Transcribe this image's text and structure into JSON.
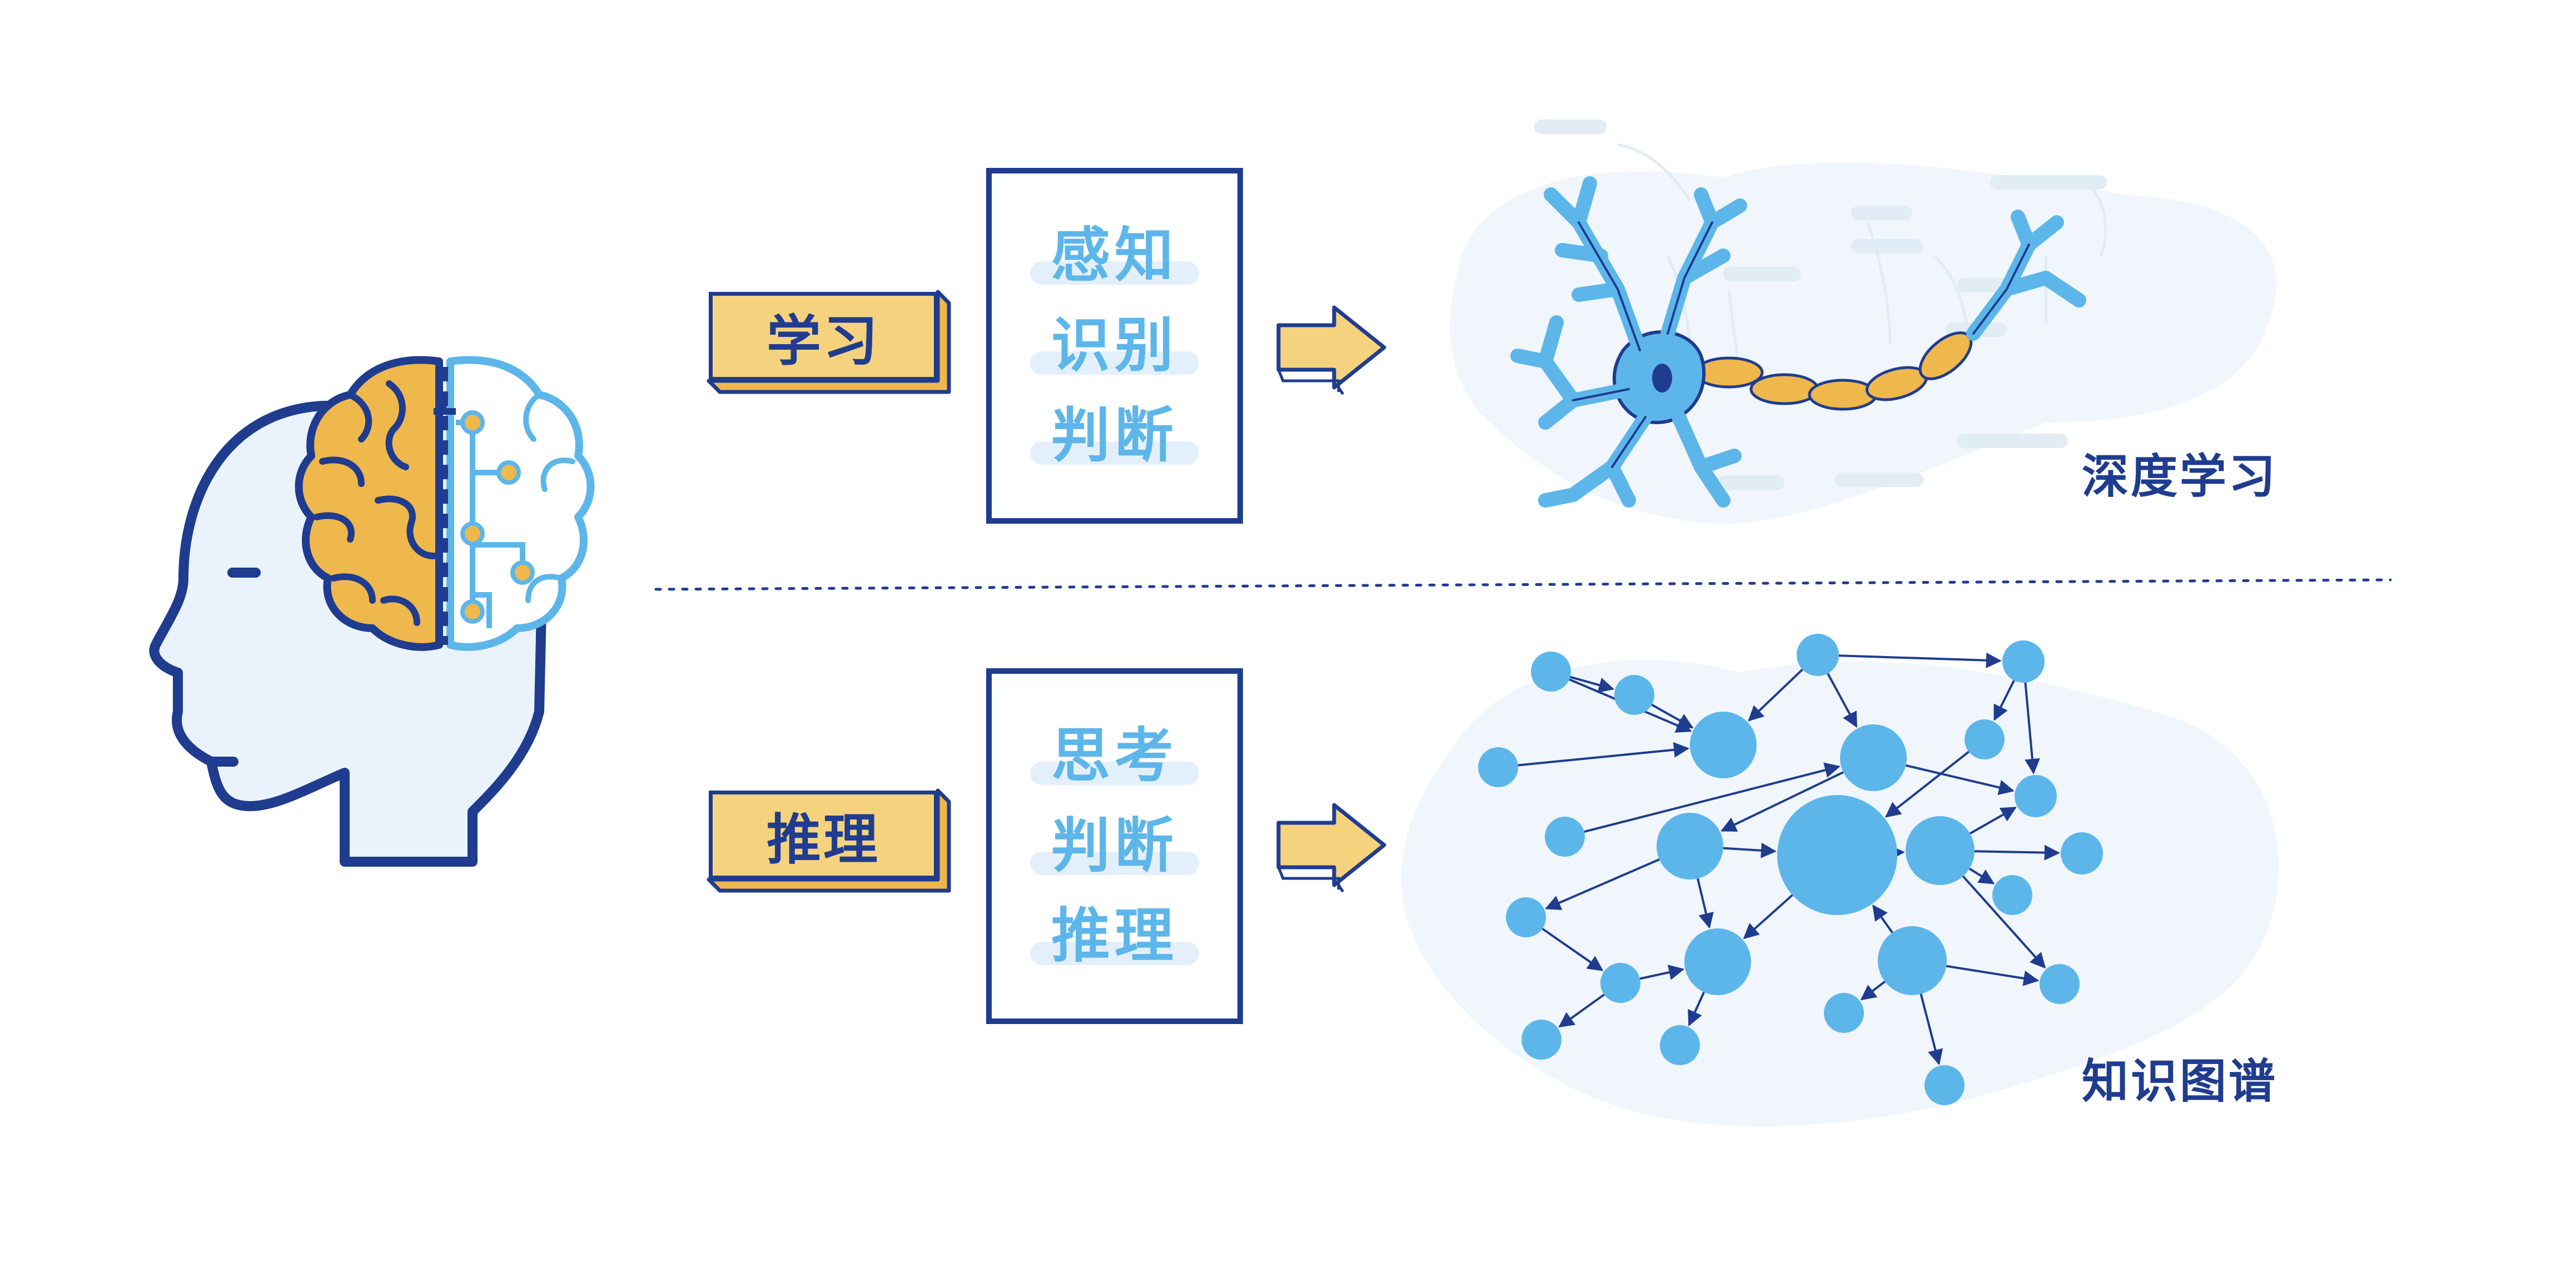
{
  "rows": [
    {
      "label": "学习",
      "card_lines": [
        "感知",
        "识别",
        "判断"
      ],
      "caption": "深度学习",
      "illustration": "neuron-icon"
    },
    {
      "label": "推理",
      "card_lines": [
        "思考",
        "判断",
        "推理"
      ],
      "caption": "知识图谱",
      "illustration": "knowledge-graph-icon"
    }
  ],
  "colors": {
    "navy": "#1f3c8f",
    "sky_blue": "#5db6ea",
    "accent_yellow": "#f5d27e",
    "brain_orange": "#efb84c",
    "pale_blue": "#eaf3fb",
    "divider": "#1f3c8f"
  },
  "icons": [
    "head-brain-icon",
    "arrow-right-icon",
    "neuron-icon",
    "knowledge-graph-icon"
  ]
}
